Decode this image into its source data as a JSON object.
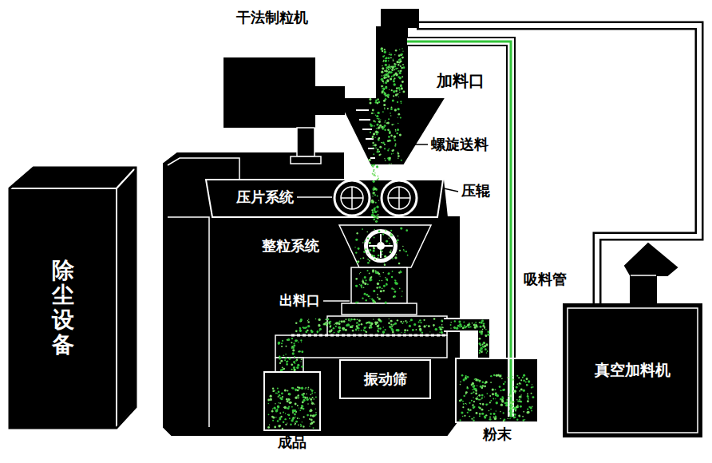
{
  "diagram": {
    "title": "干法制粒机",
    "nodes": [
      {
        "text": [
          "除尘设备"
        ]
      },
      {
        "text": [
          "振动筛"
        ]
      },
      {
        "text": [
          "成品"
        ]
      },
      {
        "text": [
          "粉末"
        ]
      },
      {
        "text": [
          "真空加料机"
        ]
      }
    ],
    "labels": [
      "加料口",
      "螺旋送料",
      "压辊",
      "压片系统",
      "整粒系统",
      "出料口",
      "吸料管"
    ]
  }
}
